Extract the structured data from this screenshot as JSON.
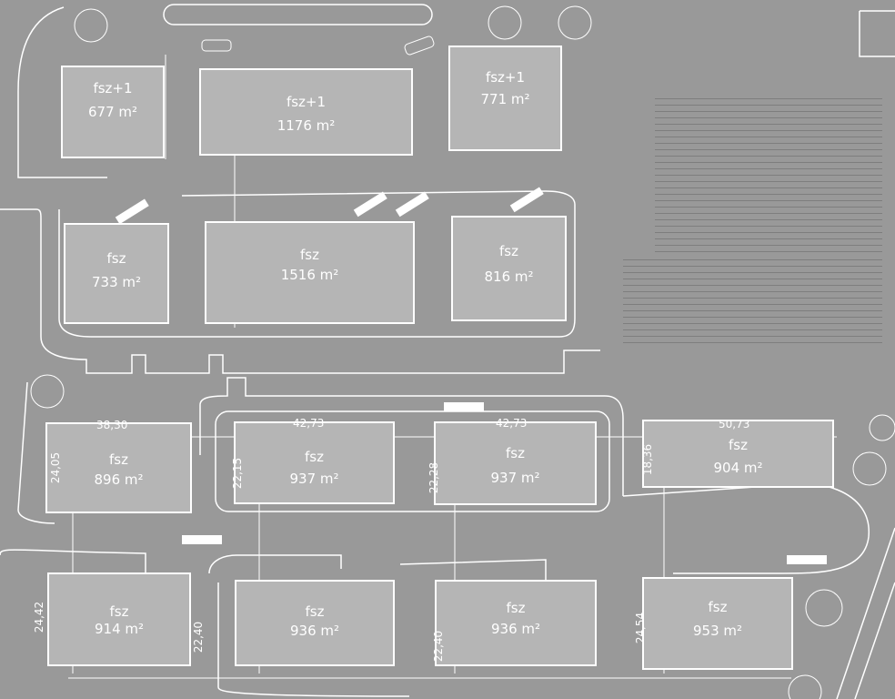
{
  "buildings": [
    {
      "label": "fsz+1",
      "area": "677 m²"
    },
    {
      "label": "fsz+1",
      "area": "1176 m²"
    },
    {
      "label": "fsz+1",
      "area": "771 m²"
    },
    {
      "label": "fsz",
      "area": "733 m²"
    },
    {
      "label": "fsz",
      "area": "1516 m²"
    },
    {
      "label": "fsz",
      "area": "816 m²"
    },
    {
      "label": "fsz",
      "area": "896 m²"
    },
    {
      "label": "fsz",
      "area": "937 m²"
    },
    {
      "label": "fsz",
      "area": "937 m²"
    },
    {
      "label": "fsz",
      "area": "904 m²"
    },
    {
      "label": "fsz",
      "area": "914 m²"
    },
    {
      "label": "fsz",
      "area": "936 m²"
    },
    {
      "label": "fsz",
      "area": "936 m²"
    },
    {
      "label": "fsz",
      "area": "953 m²"
    }
  ],
  "dimensions": {
    "h": [
      "38,30",
      "42,73",
      "42,73",
      "50,73"
    ],
    "v": [
      "24,05",
      "22,15",
      "22,28",
      "18,36",
      "24,42",
      "22,40",
      "22,40",
      "24,54"
    ]
  },
  "colors": {
    "background": "#999999",
    "building": "#b5b5b5",
    "line": "#ffffff"
  }
}
